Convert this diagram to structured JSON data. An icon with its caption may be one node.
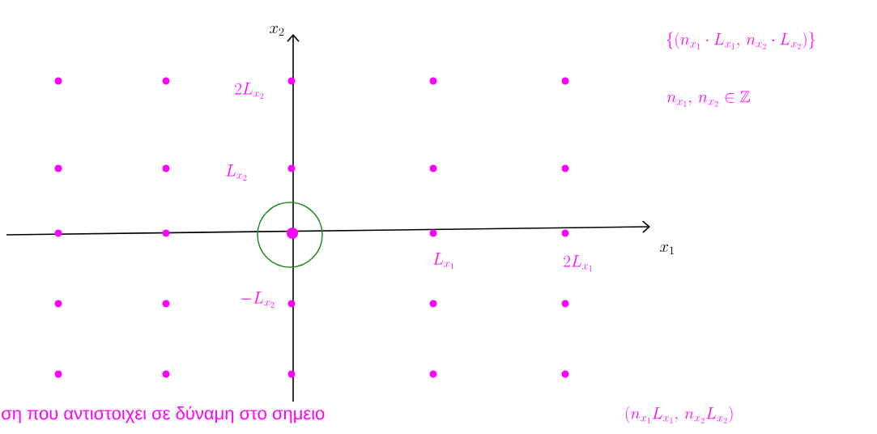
{
  "diagram": {
    "labels": [
      "x_2",
      "2L_{x_2}",
      "L_{x_2}",
      "-L_{x_2}",
      "x_1",
      "L_{x_1}",
      "2L_{x_1}",
      "\\left\\{(n_{x_1}\\cdot L_{x_1},\\, n_{x_2}\\cdot L_{x_2})\\right\\}",
      "n_{x_1},\\, n_{x_2} \\in \\mathbb{Z}",
      "ση που αντιστοιχει σε δύναμη στο σημειο",
      "(n_{x_1}L_{x_1},\\, n_{x_2}L_{x_2})"
    ]
  }
}
